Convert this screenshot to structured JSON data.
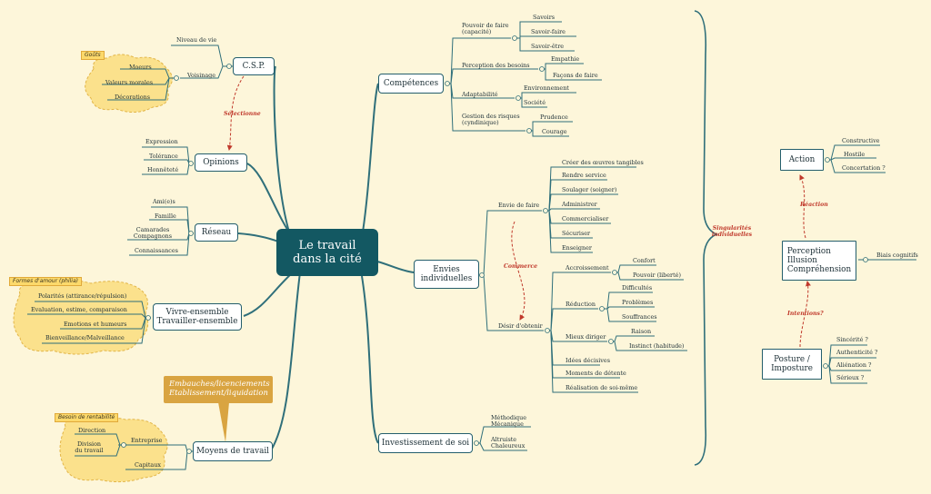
{
  "root": {
    "line1": "Le travail",
    "line2": "dans la cité"
  },
  "left": {
    "csp": {
      "label": "C.S.P.",
      "items": [
        "Niveau de vie",
        "Voisinage"
      ],
      "goods_tag": "Goûts",
      "goods": [
        "Moeurs",
        "Valeurs morales",
        "Décorations"
      ]
    },
    "opinions": {
      "label": "Opinions",
      "items": [
        "Expression",
        "Tolérance",
        "Honnêteté"
      ]
    },
    "selection_label": "Sélectionne",
    "reseau": {
      "label": "Réseau",
      "items": [
        "Ami(e)s",
        "Famille",
        "Camarades",
        "Compagnons",
        "Connaissances"
      ]
    },
    "vivre": {
      "line1": "Vivre-ensemble",
      "line2": "Travailler-ensemble",
      "tag": "Formes d'amour (philia)",
      "items": [
        "Polarités (attirance/répulsion)",
        "Evaluation, estime, comparaison",
        "Emotions et humeurs",
        "Bienveillance/Malveillance"
      ]
    },
    "moyens": {
      "label": "Moyens de travail",
      "callout1": "Embauches/licenciements",
      "callout2": "Etablissement/liquidation",
      "tag": "Besoin de rentabilité",
      "items": [
        "Direction",
        "Division",
        "du travail",
        "Entreprise",
        "Capitaux"
      ]
    }
  },
  "right": {
    "competences": {
      "label": "Compétences",
      "pouvoir": "Pouvoir de faire",
      "pouvoir2": "(capacité)",
      "pouvoir_items": [
        "Savoirs",
        "Savoir-faire",
        "Savoir-être"
      ],
      "perception": "Perception des besoins",
      "perception_items": [
        "Empathie",
        "Façons de faire"
      ],
      "adaptabilite": "Adaptabilité",
      "adaptabilite_items": [
        "Environnement",
        "Société"
      ],
      "gestion": "Gestion des risques",
      "gestion2": "(cyndinique)",
      "gestion_items": [
        "Prudence",
        "Courage"
      ]
    },
    "envies": {
      "line1": "Envies",
      "line2": "individuelles",
      "envie": "Envie de faire",
      "envie_items": [
        "Créer des œuvres tangibles",
        "Rendre service",
        "Soulager (soigner)",
        "Administrer",
        "Commercialiser",
        "Sécuriser",
        "Enseigner"
      ],
      "commerce_label": "Commerce",
      "desir": "Désir d'obtenir",
      "accroissement": "Accroissement",
      "accroissement_items": [
        "Confort",
        "Pouvoir (liberté)"
      ],
      "reduction": "Réduction",
      "reduction_items": [
        "Difficultés",
        "Problèmes",
        "Souffrances"
      ],
      "mieux": "Mieux diriger",
      "mieux_items": [
        "Raison",
        "Instinct (habitude)"
      ],
      "others": [
        "Idées décisives",
        "Moments de détente",
        "Réalisation de soi-même"
      ]
    },
    "investissement": {
      "label": "Investissement de soi",
      "items": [
        "Méthodique",
        "Mécanique",
        "Altruiste",
        "Chaleureux"
      ]
    },
    "singularites": {
      "line1": "Singularités",
      "line2": "individuelles"
    }
  },
  "far": {
    "action": {
      "label": "Action",
      "items": [
        "Constructive",
        "Hostile",
        "Concertation ?"
      ]
    },
    "reaction_label": "Réaction",
    "perception": {
      "line1": "Perception",
      "line2": "Illusion",
      "line3": "Compréhension",
      "item": "Biais cognitifs"
    },
    "intentions_label": "Intentions?",
    "posture": {
      "line1": "Posture /",
      "line2": "Imposture",
      "items": [
        "Sincérité ?",
        "Authenticité ?",
        "Aliénation ?",
        "Sérieux ?"
      ]
    }
  },
  "colors": {
    "teal": "#135862",
    "line": "#2f6f7a",
    "background": "#fdf6da",
    "cloud": "#fbe18c",
    "relation": "#c0392b",
    "callout": "#d9a441"
  }
}
